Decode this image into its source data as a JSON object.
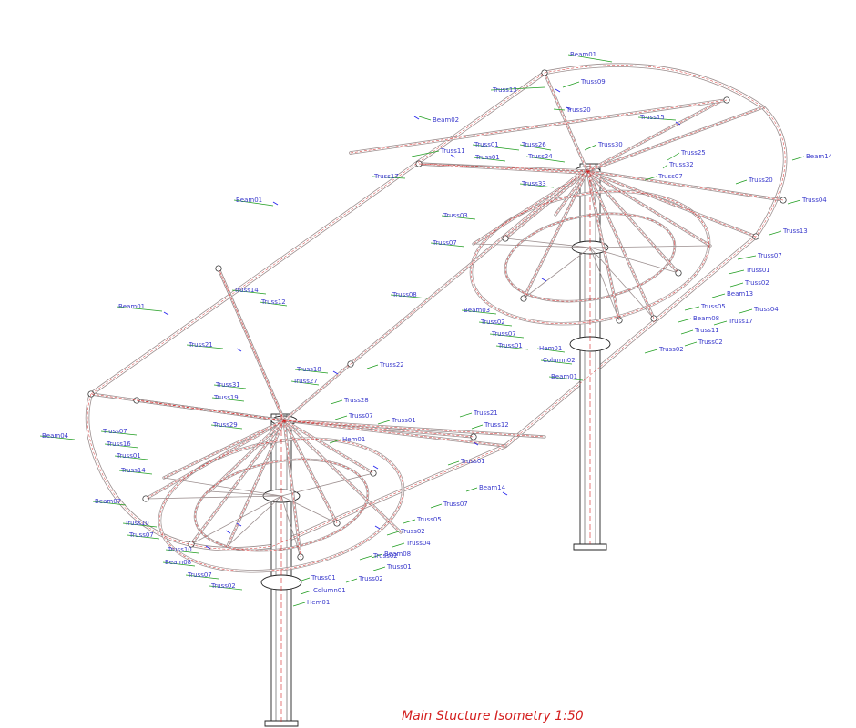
{
  "drawing": {
    "title": "Main Stucture Isometry 1:50",
    "colors": {
      "structure": "#9c8f8f",
      "centerline": "#d42020",
      "leader": "#1f9d1f",
      "label": "#3a3acc",
      "blue_pointer": "#2a2aee",
      "ink": "#222222"
    },
    "labels": [
      "Beam01",
      "Truss09",
      "Truss13",
      "Truss20",
      "Beam02",
      "Truss15",
      "Truss01",
      "Truss26",
      "Truss30",
      "Truss11",
      "Truss01",
      "Truss24",
      "Truss25",
      "Truss32",
      "Truss17",
      "Truss33",
      "Truss07",
      "Beam14",
      "Beam01",
      "Truss20",
      "Truss04",
      "Truss03",
      "Truss13",
      "Truss07",
      "Truss07",
      "Truss01",
      "Truss02",
      "Beam13",
      "Truss08",
      "Truss04",
      "Beam03",
      "Truss05",
      "Beam08",
      "Truss17",
      "Truss02",
      "Truss11",
      "Truss07",
      "Truss02",
      "Truss01",
      "Hem01",
      "Truss02",
      "Column02",
      "Beam01",
      "Beam01",
      "Truss14",
      "Truss12",
      "Truss21",
      "Truss18",
      "Truss22",
      "Truss31",
      "Truss27",
      "Truss19",
      "Truss28",
      "Truss29",
      "Truss07",
      "Truss01",
      "Hem01",
      "Truss21",
      "Truss12",
      "Beam14",
      "Truss01",
      "Truss07",
      "Truss16",
      "Truss01",
      "Truss14",
      "Truss10",
      "Beam04",
      "Beam07",
      "Truss07",
      "Truss10",
      "Truss05",
      "Truss07",
      "Truss02",
      "Beam08",
      "Truss04",
      "Truss02",
      "Beam08",
      "Truss07",
      "Truss01",
      "Truss02",
      "Truss01",
      "Truss02",
      "Column01",
      "Hem01"
    ]
  }
}
